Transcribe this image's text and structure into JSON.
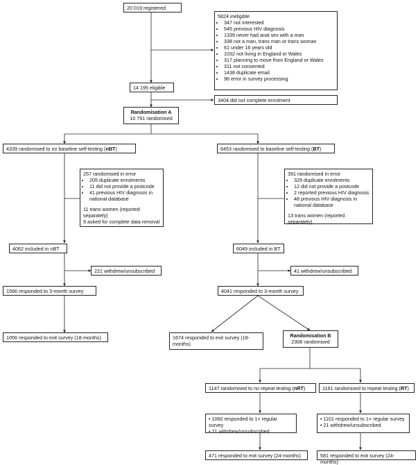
{
  "registered": "20 019 registered",
  "ineligible": {
    "title": "5824 ineligible",
    "items": [
      "347 not interested",
      "545 previous HIV diagnosis",
      "1339 never had anal sex with a man",
      "338 not a man, trans man or trans woman",
      "61 under 16 years old",
      "1032 not living in England or Wales",
      "317 planning to move from England or Wales",
      "311 not consented",
      "1438 duplicate email",
      "96 error in survey processing"
    ]
  },
  "eligible": "14 195 eligible",
  "not_enrolled": "3404 did not complete enrolment",
  "rand_a": {
    "title": "Randomisation A",
    "count": "10 791 randomised"
  },
  "nbt": {
    "randomised_prefix": "4339 randomised to no baseline self-testing (",
    "randomised_abbr": "nBT",
    "randomised_suffix": ")",
    "error_title": "257 randomised in error",
    "error_items": [
      "205 duplicate enrolments",
      "11 did not provide a postcode",
      "41 previous HIV diagnosis in national database"
    ],
    "error_note1": "11 trans women (reported separately)",
    "error_note2": "9 asked for complete data removal",
    "included": "4062 included in nBT",
    "withdrew": "221 withdrew/unsubscribed",
    "responded3": "1566 responded to 3-month survey",
    "exit": "1056 responded to exit survey (18-months)"
  },
  "bt": {
    "randomised_prefix": "6453 randomised to baseline self-testing (",
    "randomised_abbr": "BT",
    "randomised_suffix": ")",
    "error_title": "391 randomised in error",
    "error_items": [
      "329 duplicate enrolments",
      "12 did not provide a postcode",
      "2 reported previous HIV diagnosis",
      "48 previous HIV diagnosis in national database"
    ],
    "error_note1": "13 trans women (reported separately)",
    "included": "6049 included in BT",
    "withdrew": "41 withdrew/unsubscribed",
    "responded3": "4041 responded to 3-month survey",
    "exit": "1674 responded to exit survey (18-months)"
  },
  "rand_b": {
    "title": "Randomisation B",
    "count": "2308 randomised"
  },
  "nrt": {
    "randomised_prefix": "1147 randomised to no repeat testing (",
    "randomised_abbr": "nRT",
    "randomised_suffix": ")",
    "items": [
      "1060 responded to 1+ regular survey",
      "71 withdrew/unsubscribed"
    ],
    "exit": "471 responded to exit survey (24-months)"
  },
  "rt": {
    "randomised_prefix": "1161 randomised to repeat testing (",
    "randomised_abbr": "RT",
    "randomised_suffix": ")",
    "items": [
      "1101 responded to 1+ regular survey",
      "21 withdrew/unsubscribed"
    ],
    "exit": "581 responded to exit survey (24-months)"
  }
}
